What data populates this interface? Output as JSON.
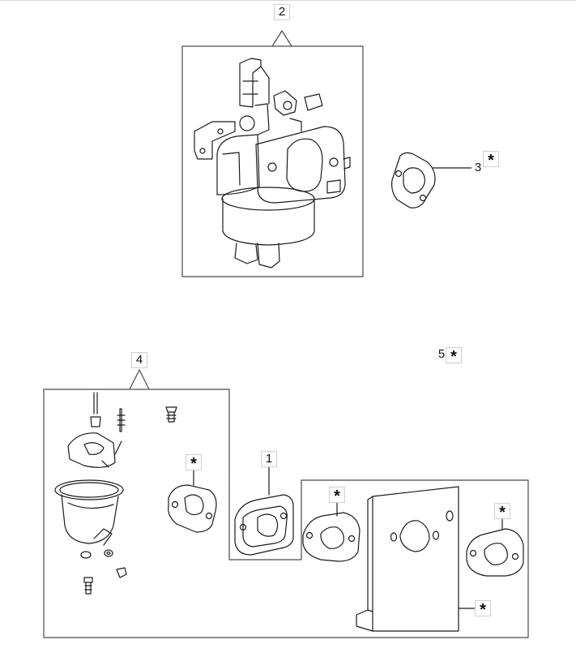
{
  "callouts": {
    "part_2": "2",
    "part_3": "3",
    "part_3_mark": "*",
    "part_5": "5",
    "part_5_mark": "*",
    "part_4": "4",
    "part_1": "1",
    "mark_gasket_a": "*",
    "mark_gasket_b": "*",
    "mark_gasket_c": "*",
    "mark_plate": "*"
  },
  "colors": {
    "line": "#1a1a1a",
    "frame": "#4a4a4a",
    "label_border": "#cfcfcf"
  },
  "icons": [
    "carburetor-assembly",
    "flange-gasket",
    "repair-kit-parts",
    "insulator-spacer",
    "heat-shield-plate"
  ]
}
